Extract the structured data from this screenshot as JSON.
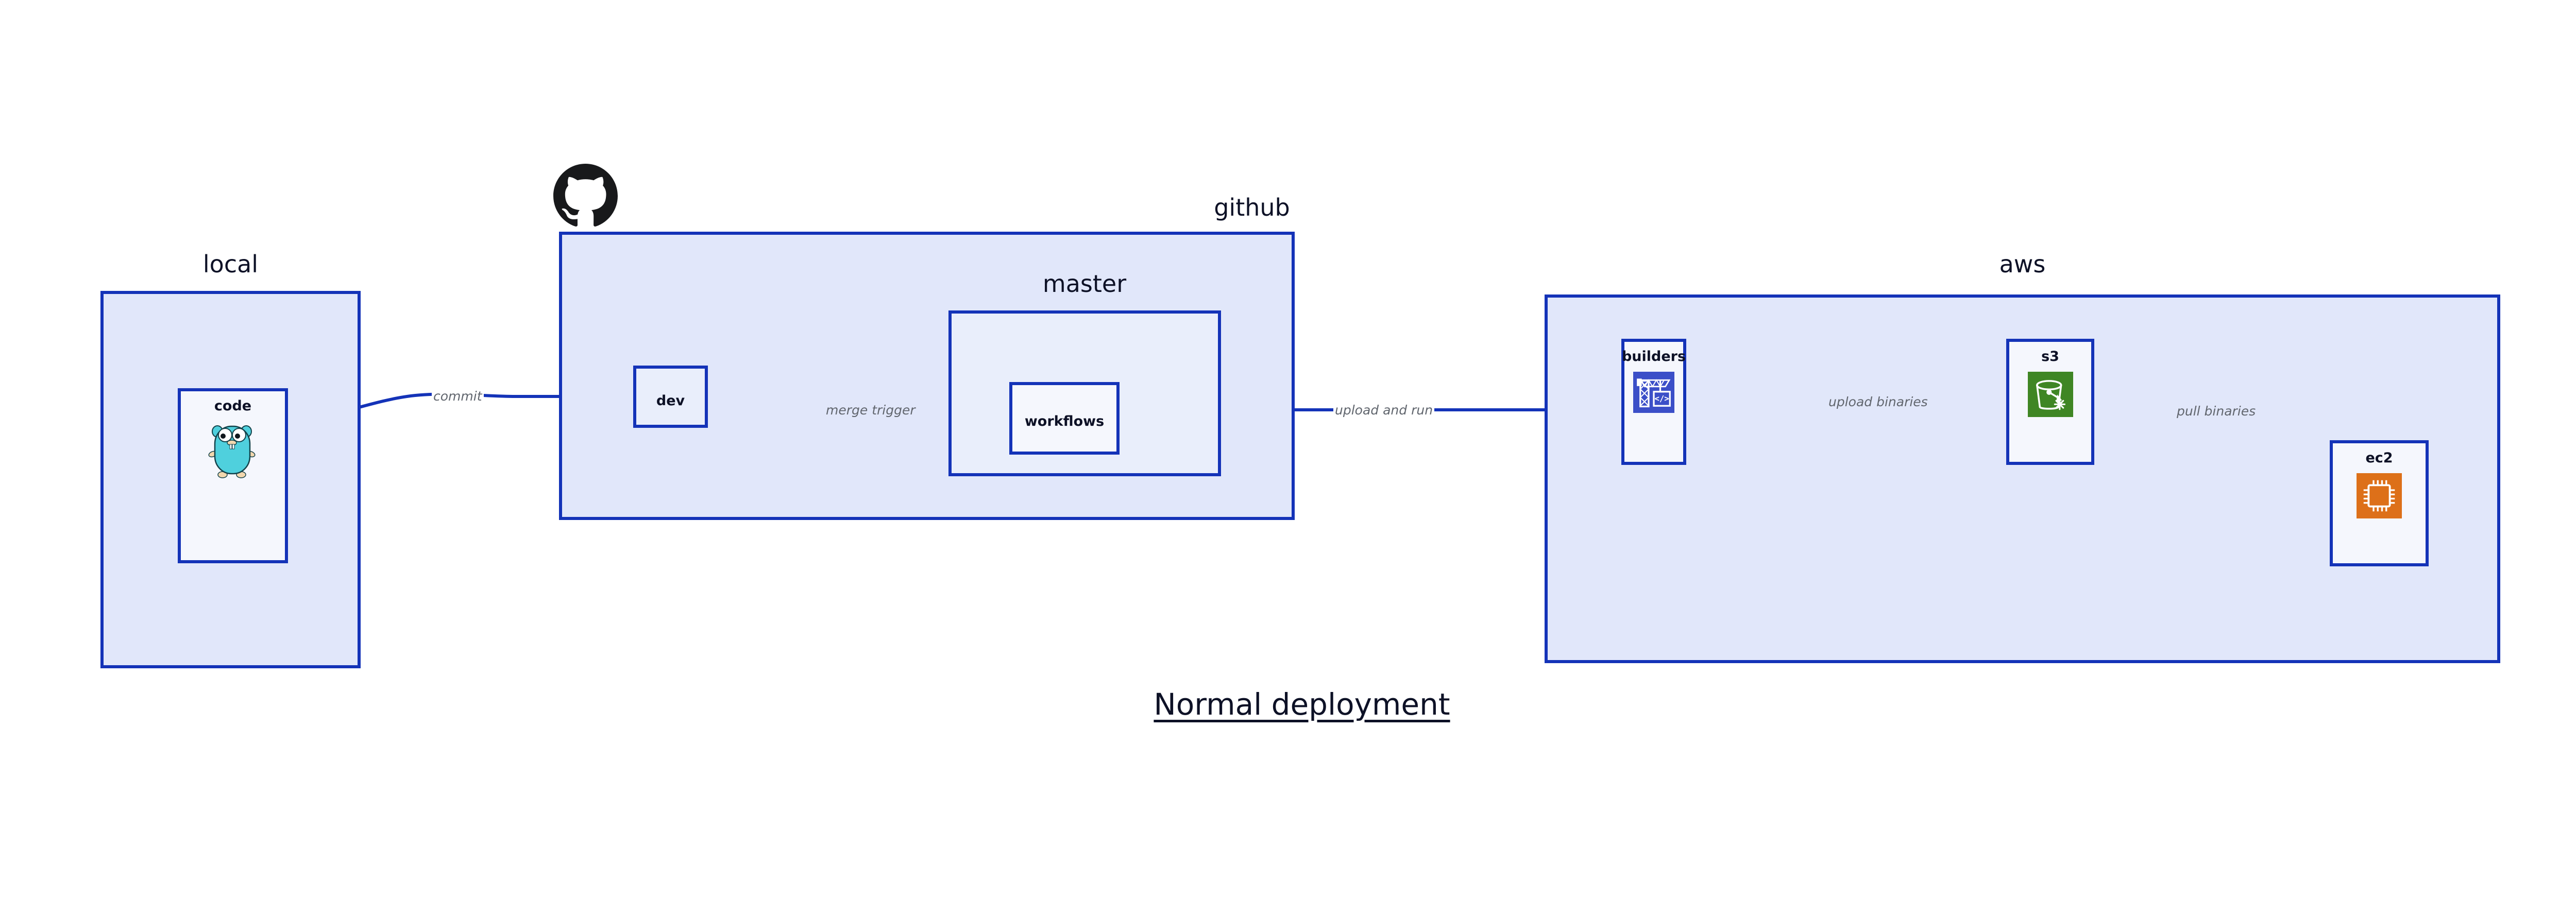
{
  "title": "Normal deployment",
  "colors": {
    "cluster_fill": "#e1e7fa",
    "node_fill": "#e9eefb",
    "border": "#1433b8",
    "edge": "#1433b8",
    "edge_label_text": "#61666e",
    "label_text": "#0d1126",
    "builders_icon_bg": "#3b4fc8",
    "s3_icon_bg": "#3f8624",
    "ec2_icon_bg": "#dd7019",
    "gopher_body": "#4fd0dd",
    "github_logo": "#18191b",
    "background": "#ffffff"
  },
  "clusters": [
    {
      "id": "local",
      "label": "local"
    },
    {
      "id": "github",
      "label": "github"
    },
    {
      "id": "master",
      "label": "master"
    },
    {
      "id": "aws",
      "label": "aws"
    }
  ],
  "nodes": [
    {
      "id": "code",
      "label": "code",
      "icon": "go-gopher-icon",
      "cluster": "local"
    },
    {
      "id": "dev",
      "label": "dev",
      "icon": null,
      "cluster": "github"
    },
    {
      "id": "workflows",
      "label": "workflows",
      "icon": null,
      "cluster": "master"
    },
    {
      "id": "builders",
      "label": "builders",
      "icon": "crane-code-icon",
      "cluster": "aws"
    },
    {
      "id": "s3",
      "label": "s3",
      "icon": "s3-bucket-icon",
      "cluster": "aws"
    },
    {
      "id": "ec2",
      "label": "ec2",
      "icon": "cpu-chip-icon",
      "cluster": "aws"
    }
  ],
  "edges": [
    {
      "id": "commit",
      "from": "code",
      "to": "dev",
      "label": "commit"
    },
    {
      "id": "merge-trigger",
      "from": "dev",
      "to": "workflows",
      "label": "merge trigger"
    },
    {
      "id": "upload-and-run",
      "from": "workflows",
      "to": "builders",
      "label": "upload and run"
    },
    {
      "id": "upload-binaries",
      "from": "builders",
      "to": "s3",
      "label": "upload binaries"
    },
    {
      "id": "pull-binaries",
      "from": "s3",
      "to": "ec2",
      "label": "pull binaries"
    }
  ],
  "logos": [
    {
      "id": "github-logo",
      "name": "github-octocat-logo"
    }
  ]
}
